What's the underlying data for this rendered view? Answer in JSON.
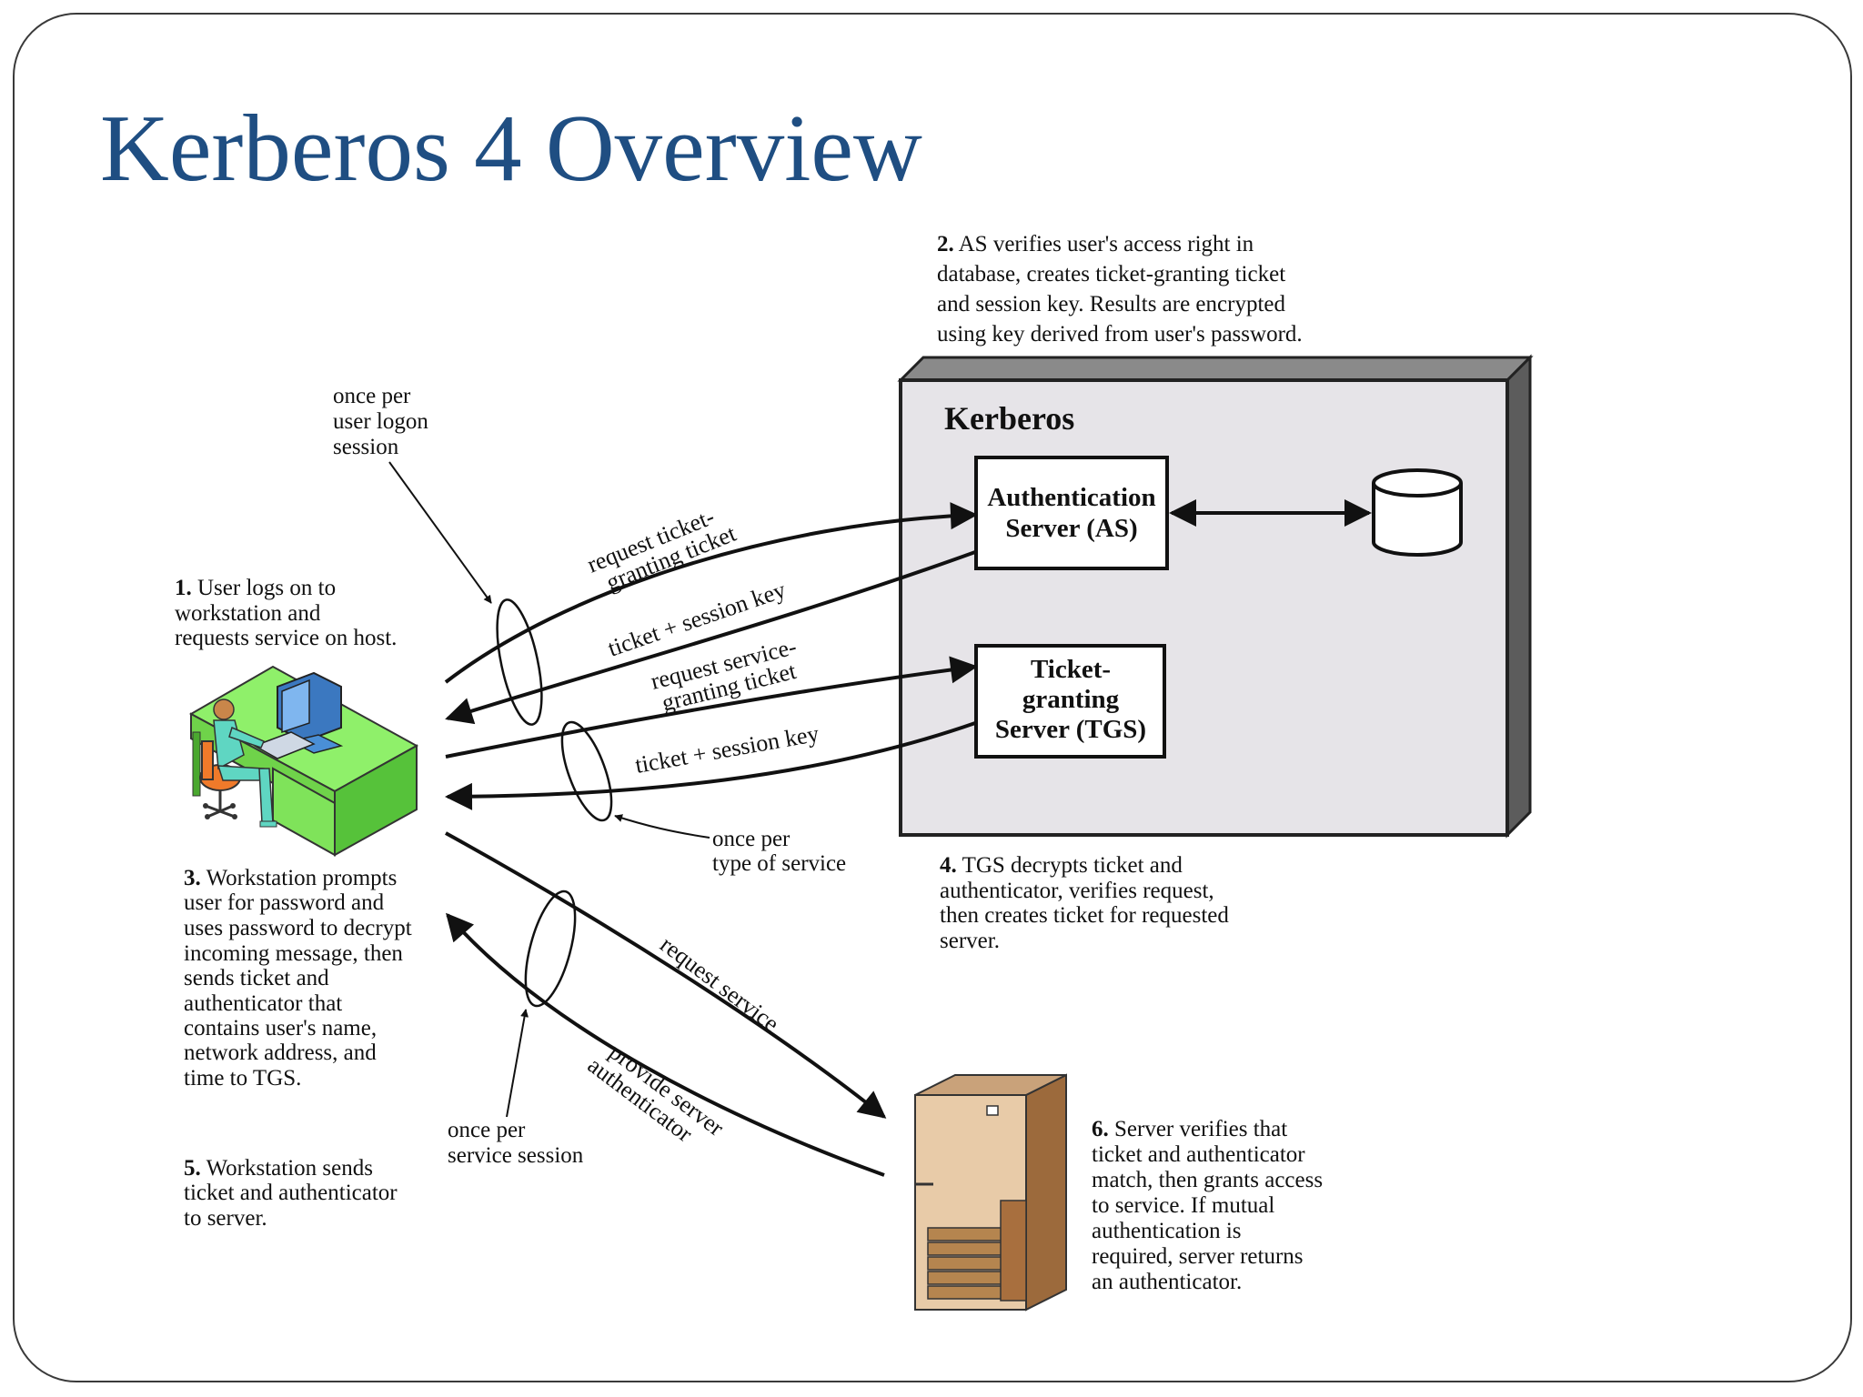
{
  "slide": {
    "title": "Kerberos 4 Overview"
  },
  "diagram": {
    "kerberos_box": {
      "label": "Kerberos",
      "as_label_lines": [
        "Authentication",
        "Server (AS)"
      ],
      "tgs_label_lines": [
        "Ticket-",
        "granting",
        "Server (TGS)"
      ]
    },
    "arrow_labels": {
      "request_tgt": [
        "request ticket-",
        "granting ticket"
      ],
      "ticket_session_key_1": "ticket + session key",
      "request_sgt": [
        "request service-",
        "granting ticket"
      ],
      "ticket_session_key_2": "ticket + session key",
      "request_service": "request service",
      "provide_authenticator": [
        "provide server",
        "authenticator"
      ]
    },
    "session_labels": {
      "logon": [
        "once per",
        "user logon",
        "session"
      ],
      "service_type": [
        "once per",
        "type of service"
      ],
      "service_session": [
        "once per",
        "service session"
      ]
    },
    "steps": {
      "step1": {
        "num": "1.",
        "lines": [
          "User logs on to",
          "workstation and",
          "requests service on host."
        ]
      },
      "step2": {
        "num": "2.",
        "lines": [
          "AS verifies user's access right in",
          "database, creates ticket-granting ticket",
          "and session key. Results are encrypted",
          "using key derived from user's password."
        ]
      },
      "step3": {
        "num": "3.",
        "lines": [
          "Workstation prompts",
          "user for password and",
          "uses password to decrypt",
          "incoming message, then",
          "sends ticket and",
          "authenticator that",
          "contains user's name,",
          "network address, and",
          "time to TGS."
        ]
      },
      "step4": {
        "num": "4.",
        "lines": [
          "TGS decrypts ticket and",
          "authenticator, verifies request,",
          "then creates ticket for requested",
          "server."
        ]
      },
      "step5": {
        "num": "5.",
        "lines": [
          "Workstation sends",
          "ticket and authenticator",
          "to server."
        ]
      },
      "step6": {
        "num": "6.",
        "lines": [
          "Server verifies that",
          "ticket and authenticator",
          "match, then grants access",
          "to service. If mutual",
          "authentication is",
          "required, server returns",
          "an authenticator."
        ]
      }
    },
    "colors": {
      "title": "#1f4e82",
      "kerberos_fill": "#e6e4e8",
      "kerberos_side": "#5c5c5c",
      "desk": "#8ff06a",
      "monitor": "#4a8fd6",
      "chair": "#f07a2a",
      "person": "#5fd6c2",
      "server_front": "#e8cba8",
      "server_side": "#9c6a3c"
    }
  }
}
